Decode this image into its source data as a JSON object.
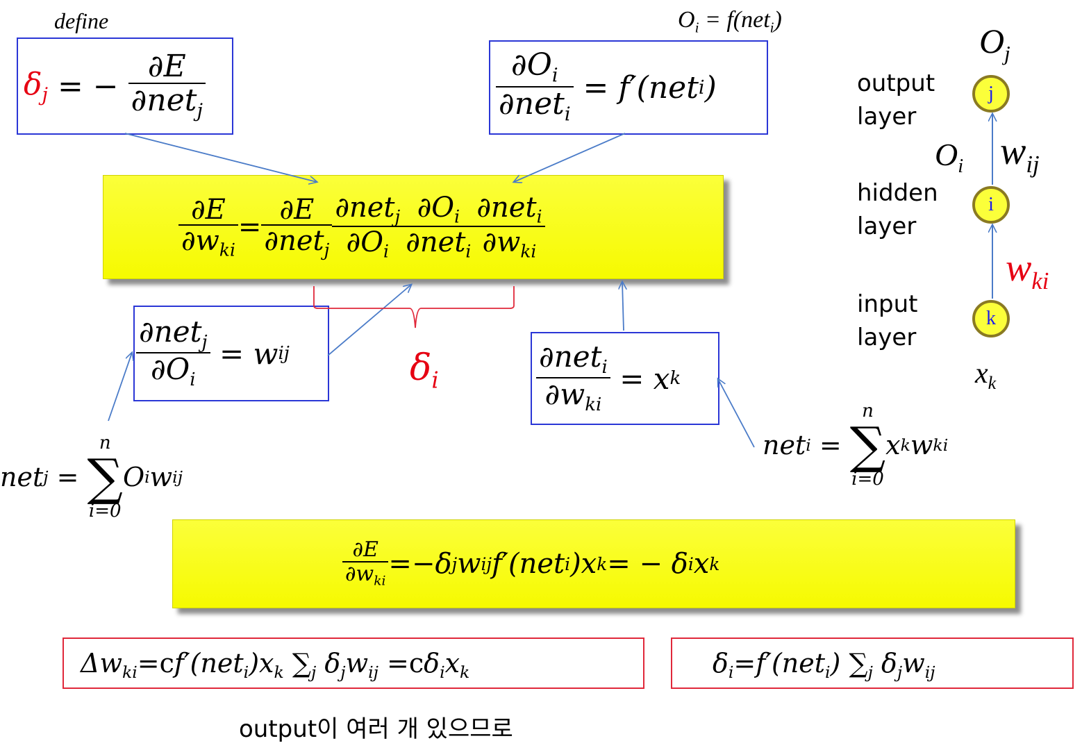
{
  "labels": {
    "define": "define",
    "oi_def": "Oi = f(neti)",
    "delta_i": "δi",
    "korean_note": "output이 여러 개 있으므로"
  },
  "network": {
    "out_top": "Oj",
    "hidden_top": "Oi",
    "input_bottom": "xk",
    "w_upper": "wij",
    "w_lower": "wki",
    "layers": [
      {
        "line1": "output",
        "line2": "layer",
        "node": "j"
      },
      {
        "line1": "hidden",
        "line2": "layer",
        "node": "i"
      },
      {
        "line1": "input",
        "line2": "layer",
        "node": "k"
      }
    ]
  },
  "colors": {
    "box_blue": "#2a36d6",
    "box_red": "#e0283a",
    "highlight": "#f6fa00",
    "emph_red": "#e60012",
    "arrow": "#4a7bc8"
  }
}
